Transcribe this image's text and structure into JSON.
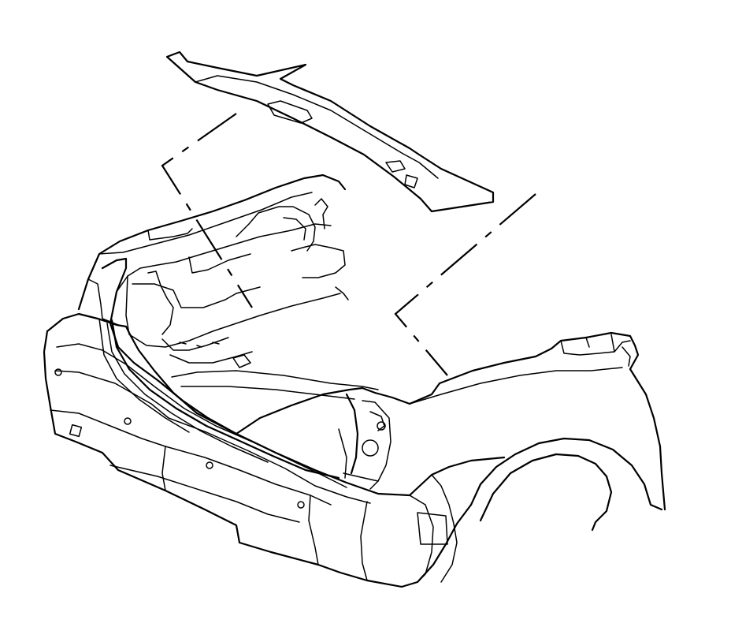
{
  "diagram": {
    "line_color": "#000000",
    "background": "#ffffff",
    "parts": [
      {
        "name": "trim-panel",
        "icon": "panel-shape"
      },
      {
        "name": "vehicle-rear-body",
        "icon": "car-body-shape"
      }
    ]
  }
}
